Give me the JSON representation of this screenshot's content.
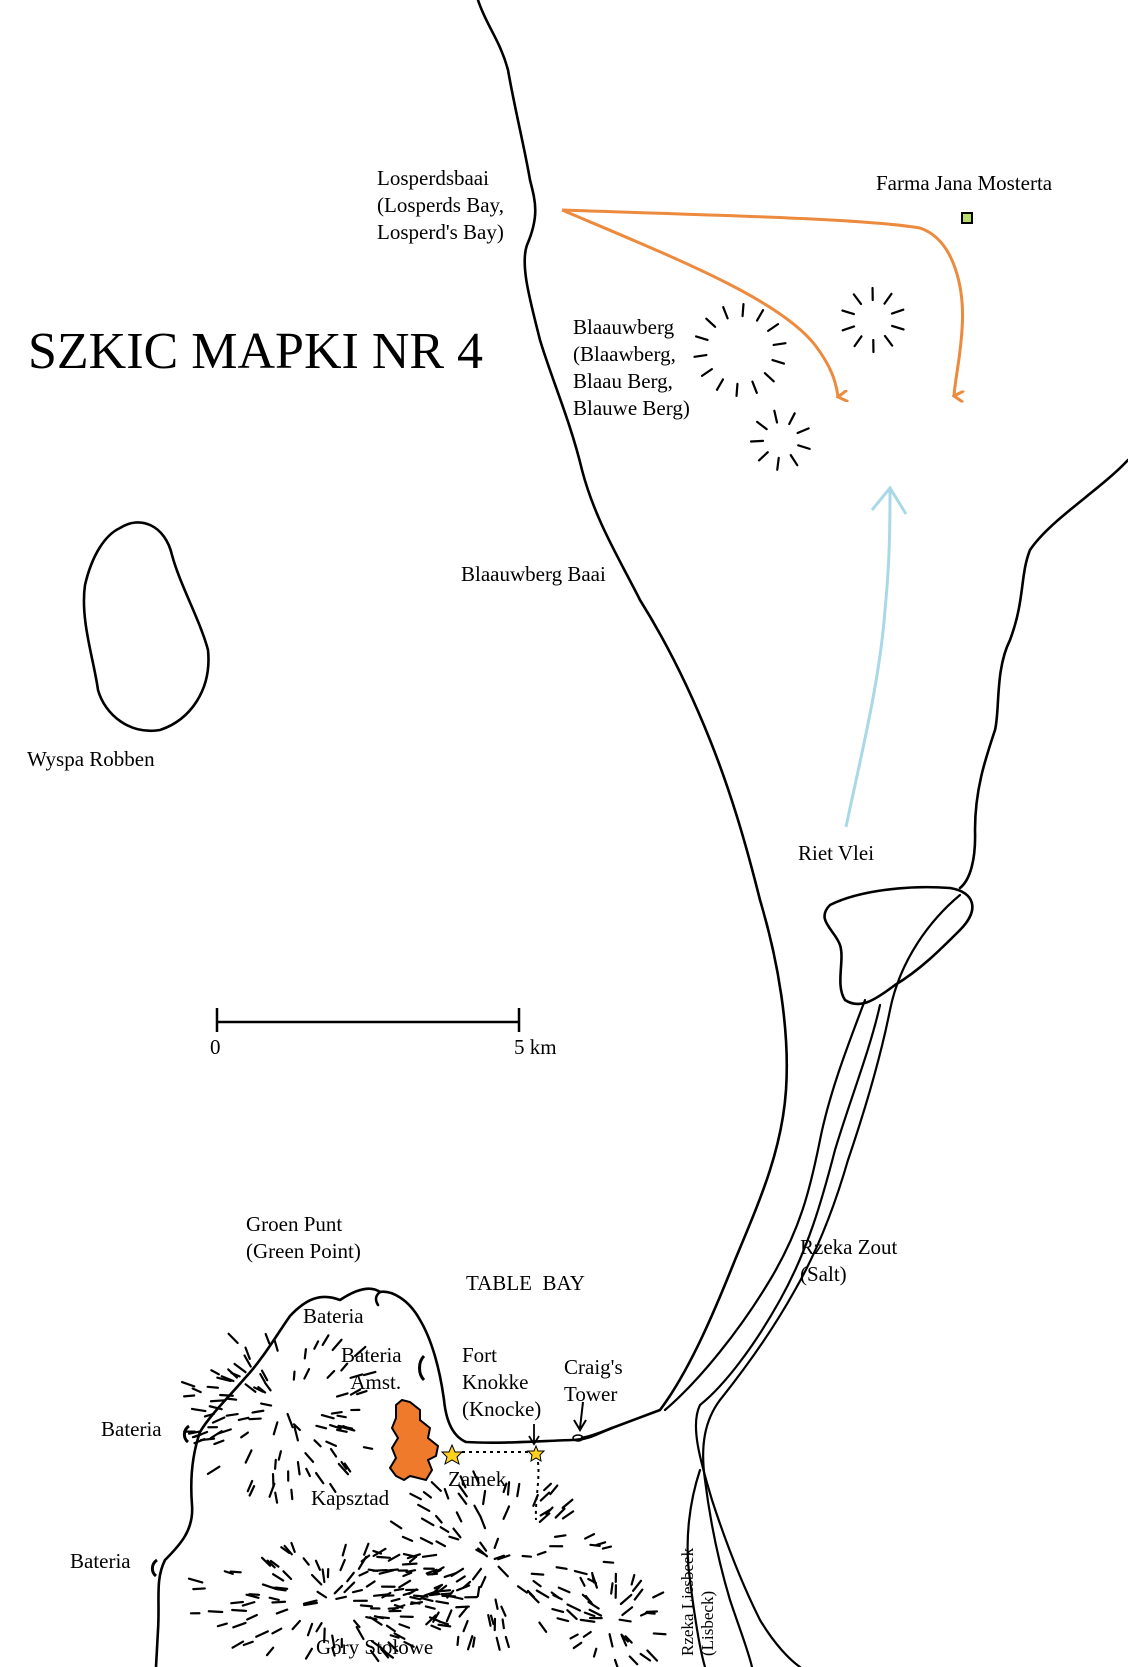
{
  "title": "SZKIC MAPKI NR 4",
  "labels": {
    "losperdsbaai": "Losperdsbaai\n(Losperds Bay,\nLosperd's Bay)",
    "farm": "Farma Jana Mosterta",
    "blaauwberg": "Blaauwberg\n(Blaawberg,\nBlaau Berg,\nBlauwe Berg)",
    "blaauwberg_baai": "Blaauwberg Baai",
    "robben": "Wyspa Robben",
    "riet_vlei": "Riet Vlei",
    "scale_start": "0",
    "scale_end": "5 km",
    "groen_punt": "Groen Punt\n(Green Point)",
    "table_bay": "TABLE  BAY",
    "zout": "Rzeka Zout\n(Salt)",
    "bateria_top": "Bateria",
    "bateria_amst": "Bateria\n  Amst.",
    "fort_knokke": "Fort\nKnokke\n(Knocke)",
    "craigs_tower": "Craig's\nTower",
    "bateria_west": "Bateria",
    "kapsztad": "Kapsztad",
    "zamek": "Zamek",
    "bateria_sw": "Bateria",
    "liesbeek": "Rzeka Liesbeek\n(Lisbeck)",
    "gory": "Góry Stołowe"
  },
  "colors": {
    "british_advance": "#ec8a3e",
    "dutch_advance": "#a9d8e6",
    "town": "#f07a2c",
    "farm_marker": "#b7dc6a",
    "star": "#ffd21f"
  },
  "icons": [
    "arrow-icon",
    "star-icon",
    "farm-marker-icon",
    "hill-icon",
    "scale-bar-icon"
  ]
}
